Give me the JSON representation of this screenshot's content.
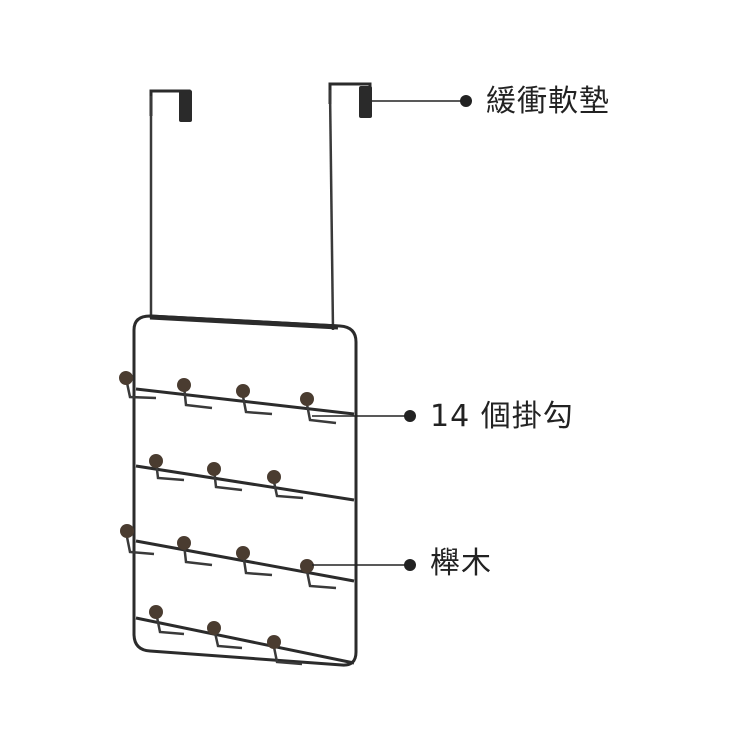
{
  "callouts": {
    "bumper_pad": "緩衝軟墊",
    "hooks": "14 個掛勾",
    "wood": "櫸木"
  },
  "colors": {
    "frame": "#2b2b2b",
    "hook": "#3a3a3a",
    "wood_ball": "#4a3c30",
    "callout_line": "#222222",
    "text": "#222222"
  },
  "icons": {
    "product": "over-door-hook-rack",
    "hook_ball": "beech-wood-ball",
    "callout_dot": "bullet-dot"
  }
}
